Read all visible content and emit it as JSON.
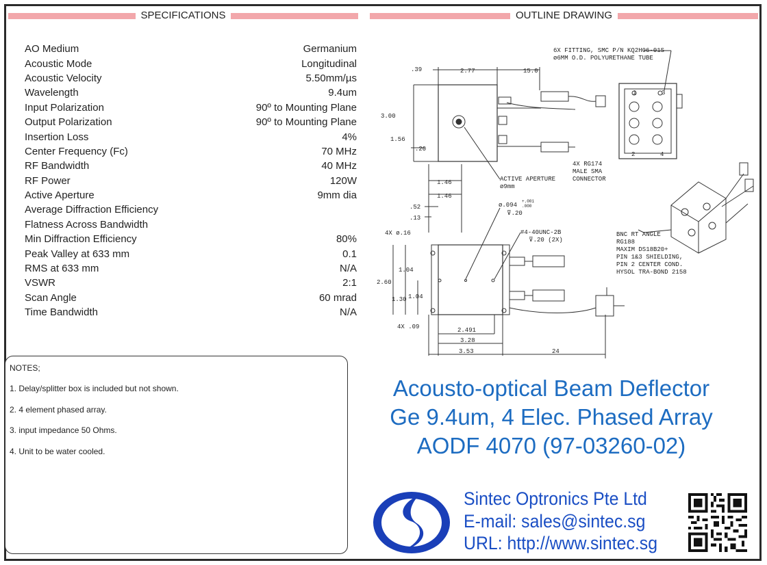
{
  "sections": {
    "specifications": "SPECIFICATIONS",
    "outline": "OUTLINE DRAWING"
  },
  "specs": [
    {
      "label": "AO Medium",
      "value": "Germanium"
    },
    {
      "label": "Acoustic Mode",
      "value": "Longitudinal"
    },
    {
      "label": "Acoustic Velocity",
      "value": "5.50mm/µs"
    },
    {
      "label": "Wavelength",
      "value": "9.4um"
    },
    {
      "label": "Input Polarization",
      "value": "90º to Mounting Plane"
    },
    {
      "label": "Output Polarization",
      "value": "90º to Mounting Plane"
    },
    {
      "label": "Insertion Loss",
      "value": "4%"
    },
    {
      "label": "Center Frequency (Fc)",
      "value": "70 MHz"
    },
    {
      "label": "RF Bandwidth",
      "value": "40 MHz"
    },
    {
      "label": "RF Power",
      "value": "120W"
    },
    {
      "label": "Active Aperture",
      "value": "9mm dia"
    },
    {
      "label": "Average Diffraction Efficiency",
      "value": ""
    },
    {
      "label": "Flatness Across Bandwidth",
      "value": ""
    },
    {
      "label": "Min Diffraction Efficiency",
      "value": "80%"
    },
    {
      "label": "Peak Valley at 633 mm",
      "value": "0.1"
    },
    {
      "label": "RMS at 633 mm",
      "value": "N/A"
    },
    {
      "label": "VSWR",
      "value": "2:1"
    },
    {
      "label": "Scan Angle",
      "value": "60 mrad"
    },
    {
      "label": "Time Bandwidth",
      "value": "N/A"
    }
  ],
  "notes": {
    "title": "NOTES;",
    "items": [
      "1. Delay/splitter box is included but not shown.",
      "2. 4 element phased array.",
      "3. input impedance 50 Ohms.",
      "4. Unit to be water cooled."
    ]
  },
  "product": {
    "line1": "Acousto-optical Beam Deflector",
    "line2": "Ge 9.4um, 4 Elec. Phased Array",
    "line3": "AODF 4070 (97-03260-02)"
  },
  "company": {
    "name": "Sintec Optronics Pte Ltd",
    "email": "E-mail: sales@sintec.sg",
    "url": "URL: http://www.sintec.sg"
  },
  "drawing": {
    "dim_039": ".39",
    "dim_277": "2.77",
    "dim_150": "15.0",
    "dim_300": "3.00",
    "dim_156": "1.56",
    "dim_020": ".20",
    "dim_146a": "1.46",
    "dim_146b": "1.46",
    "dim_052": ".52",
    "dim_013": ".13",
    "dim_4x016": "4X ø.16",
    "dim_104a": "1.04",
    "dim_260": "2.60",
    "dim_130": "1.30",
    "dim_104b": "1.04",
    "dim_4x009": "4X .09",
    "dim_2491": "2.491",
    "dim_328": "3.28",
    "dim_353": "3.53",
    "dim_24": "24",
    "hole_spec": "ø.094",
    "hole_tol_top": "+.001",
    "hole_tol_bot": ".000",
    "hole_depth": "⊽.20",
    "tap_spec": "#4-40UNC-2B",
    "tap_depth": "⊽.20 (2X)",
    "fitting_1": "6X FITTING, SMC P/N KQ2H06-01S",
    "fitting_2": "ø6MM O.D. POLYURETHANE TUBE",
    "rg174_1": "4X RG174",
    "rg174_2": "MALE SMA",
    "rg174_3": "CONNECTOR",
    "aperture_1": "ACTIVE APERTURE",
    "aperture_2": "ø9mm",
    "bnc_1": "BNC RT ANGLE",
    "bnc_2": "RG188",
    "bnc_3": "MAXIM DS18B20+",
    "bnc_4": "PIN 1&3 SHIELDING,",
    "bnc_5": "PIN 2 CENTER COND.",
    "bnc_6": "HYSOL TRA-BOND 2158",
    "pin_1": "1",
    "pin_2": "2",
    "pin_3": "3",
    "pin_4": "4"
  }
}
